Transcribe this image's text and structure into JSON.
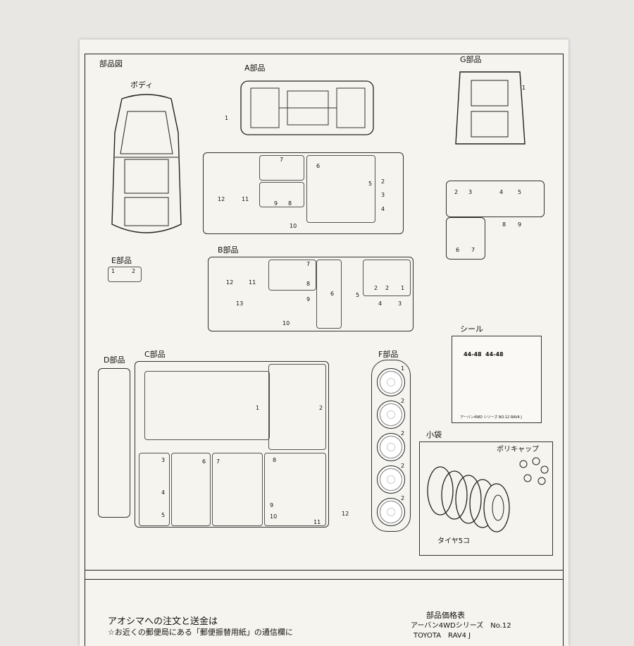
{
  "sections": {
    "parts_diagram": "部品図",
    "body": "ボディ",
    "a": "A部品",
    "b": "B部品",
    "c": "C部品",
    "d": "D部品",
    "e": "E部品",
    "f": "F部品",
    "g": "G部品",
    "seal": "シール",
    "small_bag": "小袋",
    "poly_cap": "ポリキャップ",
    "tires": "タイヤ5コ"
  },
  "sticker_text": "アーバン4WD シリーズ  NO.12  RAV4 J",
  "sticker_plate": "44-48",
  "order": {
    "title": "アオシマへの注文と送金は",
    "line1": "☆お近くの郵便局にある「郵便振替用紙」の通信欄に"
  },
  "price": {
    "title": "部品価格表",
    "series": "アーバン4WDシリーズ　No.12",
    "model": "TOYOTA　RAV4 J"
  },
  "part_numbers": {
    "a": [
      "1",
      "7",
      "12",
      "11",
      "9",
      "8",
      "6",
      "5",
      "2",
      "3",
      "4",
      "10"
    ],
    "b": [
      "7",
      "8",
      "12",
      "11",
      "13",
      "6",
      "5",
      "9",
      "10",
      "2",
      "2",
      "1",
      "4",
      "3"
    ],
    "c": [
      "1",
      "2",
      "3",
      "4",
      "5",
      "6",
      "7",
      "8",
      "9",
      "10",
      "11",
      "12"
    ],
    "e": [
      "1",
      "2"
    ],
    "f": [
      "1",
      "2",
      "2",
      "2",
      "2"
    ],
    "g": [
      "1",
      "2",
      "3",
      "4",
      "5",
      "8",
      "9",
      "6",
      "7"
    ]
  }
}
